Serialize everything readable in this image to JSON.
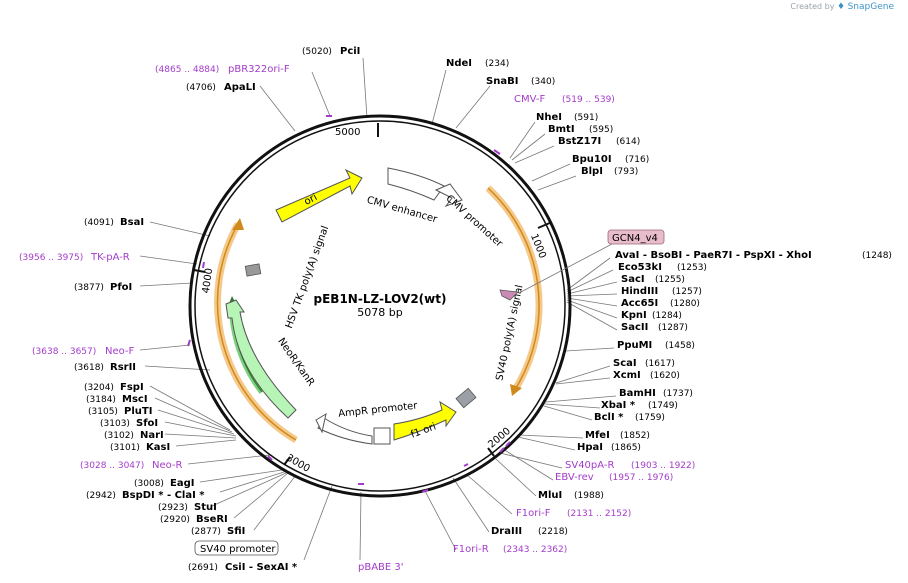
{
  "credit": {
    "prefix": "Created by",
    "brand": "SnapGene"
  },
  "plasmid": {
    "name": "pEB1N-LZ-LOV2(wt)",
    "size": "5078 bp"
  },
  "ticks": [
    "1000",
    "2000",
    "3000",
    "4000",
    "5000"
  ],
  "sites": [
    {
      "id": "pcii",
      "name": "PciI",
      "pos": "(5020)"
    },
    {
      "id": "ndei",
      "name": "NdeI",
      "pos": "(234)"
    },
    {
      "id": "snabi",
      "name": "SnaBI",
      "pos": "(340)"
    },
    {
      "id": "nhei",
      "name": "NheI",
      "pos": "(591)"
    },
    {
      "id": "bmti",
      "name": "BmtI",
      "pos": "(595)"
    },
    {
      "id": "bstz17i",
      "name": "BstZ17I",
      "pos": "(614)"
    },
    {
      "id": "bpu10i",
      "name": "Bpu10I",
      "pos": "(716)"
    },
    {
      "id": "blpi",
      "name": "BlpI",
      "pos": "(793)"
    },
    {
      "id": "avai",
      "name": "AvaI  -  BsoBI  -  PaeR7I  -  PspXI  -  XhoI",
      "pos": "(1248)"
    },
    {
      "id": "eco53ki",
      "name": "Eco53kI",
      "pos": "(1253)"
    },
    {
      "id": "saci",
      "name": "SacI",
      "pos": "(1255)"
    },
    {
      "id": "hindiii",
      "name": "HindIII",
      "pos": "(1257)"
    },
    {
      "id": "acc65i",
      "name": "Acc65I",
      "pos": "(1280)"
    },
    {
      "id": "kpni",
      "name": "KpnI",
      "pos": "(1284)"
    },
    {
      "id": "sacii",
      "name": "SacII",
      "pos": "(1287)"
    },
    {
      "id": "ppumi",
      "name": "PpuMI",
      "pos": "(1458)"
    },
    {
      "id": "scai",
      "name": "ScaI",
      "pos": "(1617)"
    },
    {
      "id": "xcmi",
      "name": "XcmI",
      "pos": "(1620)"
    },
    {
      "id": "bamhi",
      "name": "BamHI",
      "pos": "(1737)"
    },
    {
      "id": "xbai",
      "name": "XbaI *",
      "pos": "(1749)"
    },
    {
      "id": "bcli",
      "name": "BclI *",
      "pos": "(1759)"
    },
    {
      "id": "mfei",
      "name": "MfeI",
      "pos": "(1852)"
    },
    {
      "id": "hpai",
      "name": "HpaI",
      "pos": "(1865)"
    },
    {
      "id": "mlui",
      "name": "MluI",
      "pos": "(1988)"
    },
    {
      "id": "draiii",
      "name": "DraIII",
      "pos": "(2218)"
    },
    {
      "id": "apali",
      "name": "ApaLI",
      "pos": "(4706)"
    },
    {
      "id": "bsai",
      "name": "BsaI",
      "pos": "(4091)"
    },
    {
      "id": "pfoi",
      "name": "PfoI",
      "pos": "(3877)"
    },
    {
      "id": "rsrii",
      "name": "RsrII",
      "pos": "(3618)"
    },
    {
      "id": "fspi",
      "name": "FspI",
      "pos": "(3204)"
    },
    {
      "id": "msci",
      "name": "MscI",
      "pos": "(3184)"
    },
    {
      "id": "plutI",
      "name": "PluTI",
      "pos": "(3105)"
    },
    {
      "id": "sfoi",
      "name": "SfoI",
      "pos": "(3103)"
    },
    {
      "id": "nari",
      "name": "NarI",
      "pos": "(3102)"
    },
    {
      "id": "kasi",
      "name": "KasI",
      "pos": "(3101)"
    },
    {
      "id": "eagi",
      "name": "EagI",
      "pos": "(3008)"
    },
    {
      "id": "bspdi",
      "name": "BspDI *  -  ClaI *",
      "pos": "(2942)"
    },
    {
      "id": "stui",
      "name": "StuI",
      "pos": "(2923)"
    },
    {
      "id": "bseri",
      "name": "BseRI",
      "pos": "(2920)"
    },
    {
      "id": "sfii",
      "name": "SfiI",
      "pos": "(2877)"
    },
    {
      "id": "csii",
      "name": "CsiI  -  SexAI *",
      "pos": "(2691)"
    }
  ],
  "primers": [
    {
      "id": "pbr322ori",
      "name": "pBR322ori-F",
      "pos": "(4865 .. 4884)"
    },
    {
      "id": "cmvf",
      "name": "CMV-F",
      "pos": "(519 .. 539)"
    },
    {
      "id": "tkpar",
      "name": "TK-pA-R",
      "pos": "(3956 .. 3975)"
    },
    {
      "id": "neof",
      "name": "Neo-F",
      "pos": "(3638 .. 3657)"
    },
    {
      "id": "neor",
      "name": "Neo-R",
      "pos": "(3028 .. 3047)"
    },
    {
      "id": "sv40par",
      "name": "SV40pA-R",
      "pos": "(1903 .. 1922)"
    },
    {
      "id": "ebvrev",
      "name": "EBV-rev",
      "pos": "(1957 .. 1976)"
    },
    {
      "id": "f1orif",
      "name": "F1ori-F",
      "pos": "(2131 .. 2152)"
    },
    {
      "id": "f1orir",
      "name": "F1ori-R",
      "pos": "(2343 .. 2362)"
    },
    {
      "id": "pbabe3",
      "name": "pBABE 3'",
      "pos": ""
    }
  ],
  "boxed_labels": {
    "gcn4": "GCN4_v4",
    "sv40_promoter": "SV40 promoter"
  },
  "features": {
    "ori": "ori",
    "cmv_enhancer": "CMV enhancer",
    "cmv_promoter": "CMV promoter",
    "hsv_tk_polya": "HSV TK poly(A) signal",
    "sv40_polya": "SV40 poly(A) signal",
    "neor_kanr": "NeoR/KanR",
    "ampr_promoter": "AmpR promoter",
    "f1_ori": "f1 ori"
  },
  "colors": {
    "primer": "#a33cc9",
    "ori": "#ffff00",
    "neo": "#b6f5b6",
    "orf_orange": "#f5c98a",
    "orf_stroke": "#d08a1c",
    "gcn4_fill": "#e8bccb"
  }
}
